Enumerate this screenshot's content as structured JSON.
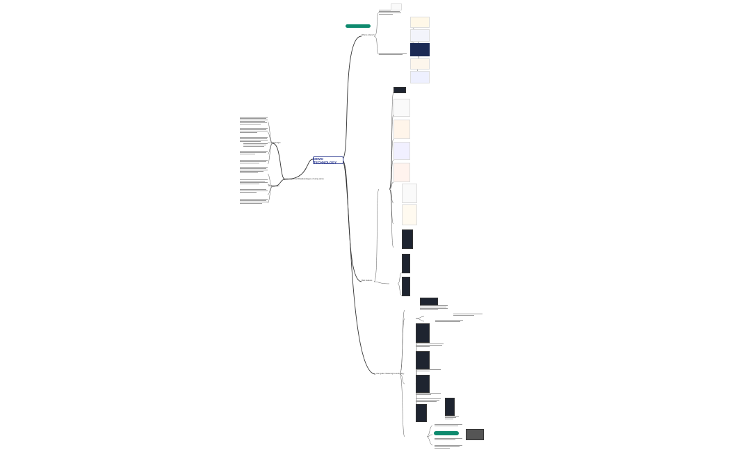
{
  "root": {
    "label": "DEMO TECHNOLOGY"
  },
  "left_branch": {
    "label": "Advantages and Disadvantages of using demo",
    "advantages_label": "Advantages",
    "disadvantages_label": "Disadvantages"
  },
  "right_branches": {
    "top_pill": "",
    "what_is_label": "What is a Demo?",
    "main_features_label": "Main Features",
    "user_guide_label": "User guide / Mastering the technology",
    "bottom_pill": ""
  },
  "colors": {
    "root_border": "#2b3990",
    "pill": "#0e8a6e",
    "line": "#333333"
  }
}
